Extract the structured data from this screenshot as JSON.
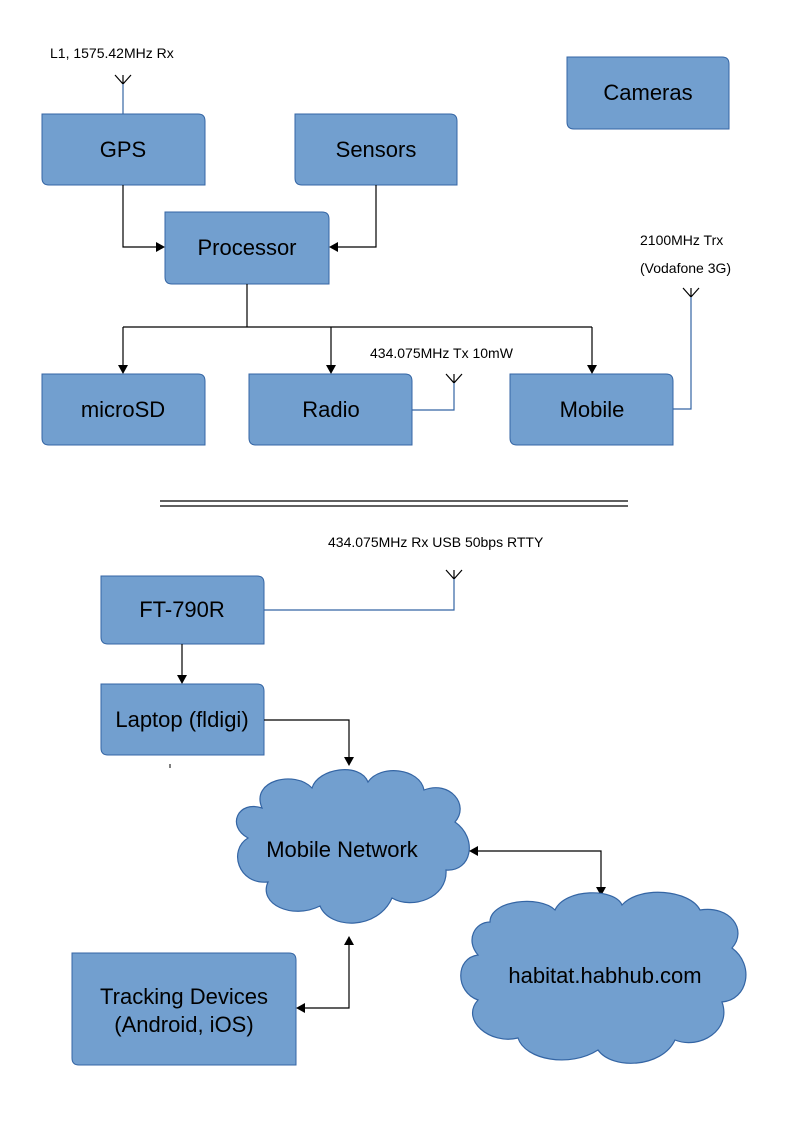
{
  "payload": {
    "gps": "GPS",
    "sensors": "Sensors",
    "cameras": "Cameras",
    "processor": "Processor",
    "microsd": "microSD",
    "radio": "Radio",
    "mobile": "Mobile",
    "gps_antenna": "L1, 1575.42MHz Rx",
    "radio_antenna": "434.075MHz Tx  10mW",
    "mobile_antenna_line1": "2100MHz Trx",
    "mobile_antenna_line2": "(Vodafone 3G)"
  },
  "ground": {
    "receiver": "FT-790R",
    "receiver_antenna": "434.075MHz Rx USB 50bps RTTY",
    "laptop": "Laptop (fldigi)",
    "mobile_network": "Mobile Network",
    "habhub": "habitat.habhub.com",
    "tracking_line1": "Tracking Devices",
    "tracking_line2": "(Android, iOS)"
  },
  "colors": {
    "box_fill": "#729fcf",
    "box_border": "#3465a4",
    "connector": "#000000"
  }
}
